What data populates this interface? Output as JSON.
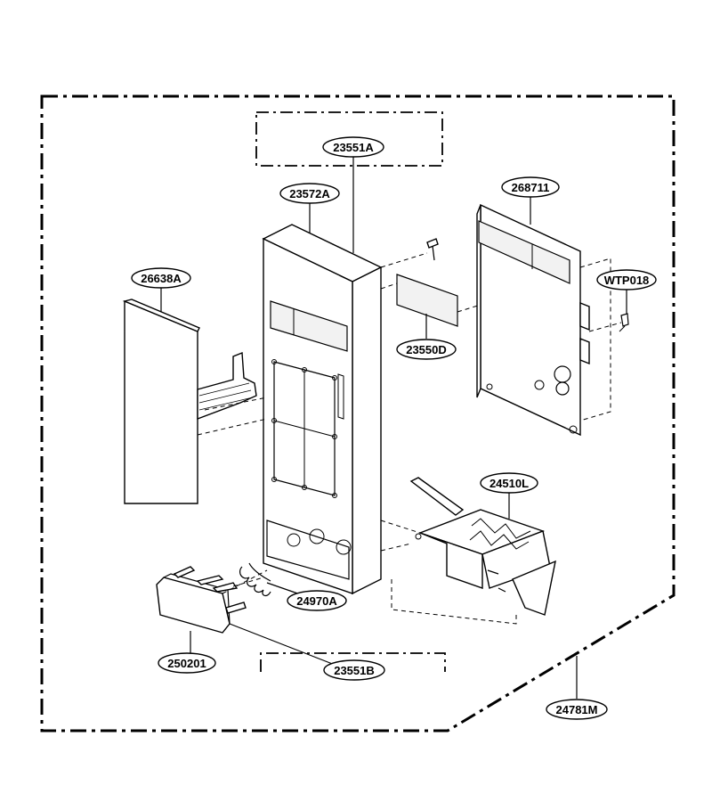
{
  "diagram": {
    "labels": {
      "l_23551A": "23551A",
      "l_23572A": "23572A",
      "l_268711": "268711",
      "l_26638A": "26638A",
      "l_WTP018": "WTP018",
      "l_23550D": "23550D",
      "l_24510L": "24510L",
      "l_24970A": "24970A",
      "l_250201": "250201",
      "l_23551B": "23551B",
      "l_24781M": "24781M"
    }
  }
}
